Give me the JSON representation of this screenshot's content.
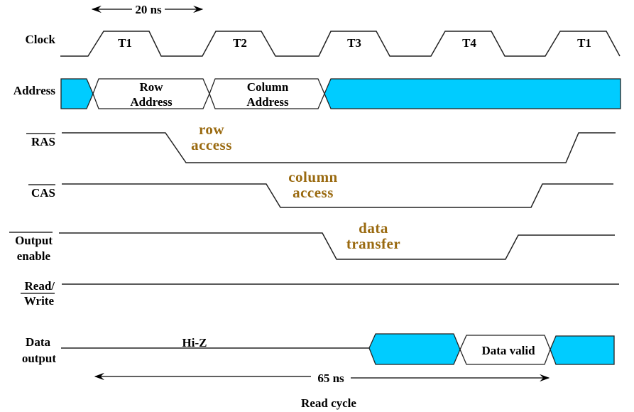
{
  "diagram": {
    "title": "Read cycle",
    "colors": {
      "bus_fill": "#00ccff",
      "annotation": "#9a6a10",
      "line": "#222222"
    },
    "dimensions": {
      "clock_period": "20 ns",
      "cycle_time": "65 ns"
    },
    "signals": [
      {
        "id": "clock",
        "label": [
          "Clock"
        ],
        "active_low": false,
        "cycles": [
          "T1",
          "T2",
          "T3",
          "T4",
          "T1"
        ]
      },
      {
        "id": "address",
        "label": [
          "Address"
        ],
        "active_low": false,
        "segments": [
          "invalid",
          "Row Address",
          "Column Address",
          "invalid"
        ],
        "segment_labels": {
          "row": [
            "Row",
            "Address"
          ],
          "col": [
            "Column",
            "Address"
          ]
        }
      },
      {
        "id": "ras",
        "label": [
          "RAS"
        ],
        "active_low": true,
        "annotation": [
          "row",
          "access"
        ]
      },
      {
        "id": "cas",
        "label": [
          "CAS"
        ],
        "active_low": true,
        "annotation": [
          "column",
          "access"
        ]
      },
      {
        "id": "output_enable",
        "label": [
          "Output",
          "enable"
        ],
        "active_low": true,
        "annotation": [
          "data",
          "transfer"
        ]
      },
      {
        "id": "read_write",
        "label": [
          "Read/",
          "Write"
        ],
        "active_low": "Write"
      },
      {
        "id": "data_output",
        "label": [
          "Data",
          "output"
        ],
        "active_low": false,
        "state_text": "Hi-Z",
        "segments": [
          "Hi-Z",
          "invalid",
          "Data valid",
          "invalid"
        ],
        "valid_label": "Data valid"
      }
    ]
  }
}
